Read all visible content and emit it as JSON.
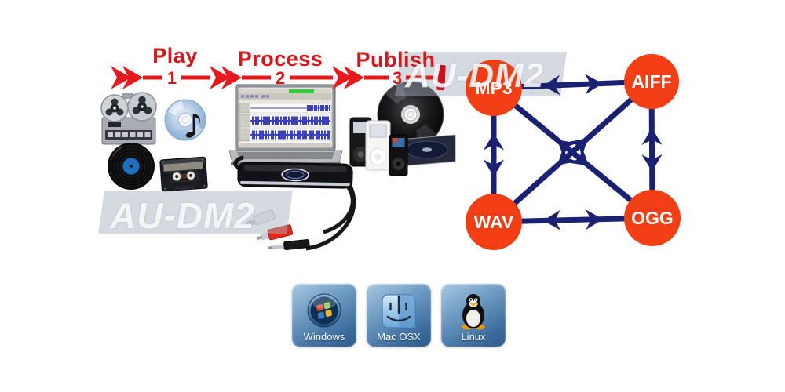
{
  "workflow": {
    "steps": [
      {
        "label": "Play",
        "number": "1"
      },
      {
        "label": "Process",
        "number": "2"
      },
      {
        "label": "Publish",
        "number": "3"
      }
    ],
    "arrow_color": "#e6191e"
  },
  "watermark": {
    "text": "AU-DM2"
  },
  "format_diagram": {
    "nodes": [
      {
        "label": "MP3"
      },
      {
        "label": "AIFF"
      },
      {
        "label": "WAV"
      },
      {
        "label": "OGG"
      }
    ],
    "edges": [
      [
        "MP3",
        "AIFF"
      ],
      [
        "MP3",
        "WAV"
      ],
      [
        "MP3",
        "OGG"
      ],
      [
        "AIFF",
        "OGG"
      ],
      [
        "AIFF",
        "WAV"
      ],
      [
        "WAV",
        "OGG"
      ]
    ],
    "bidirectional": true,
    "node_color": "#f13e14",
    "arrow_color": "#1a2173"
  },
  "os_badges": [
    {
      "label": "Windows",
      "icon": "windows-logo-icon"
    },
    {
      "label": "Mac OSX",
      "icon": "mac-finder-icon"
    },
    {
      "label": "Linux",
      "icon": "linux-tux-icon"
    }
  ],
  "illustrations": {
    "play": [
      "reel-to-reel-recorder",
      "music-cd",
      "vinyl-record",
      "cassette-tape"
    ],
    "process": [
      "laptop-audio-editor",
      "usb-audio-capture-device"
    ],
    "publish": [
      "cd-disc",
      "ipod-players",
      "cd-case"
    ]
  }
}
